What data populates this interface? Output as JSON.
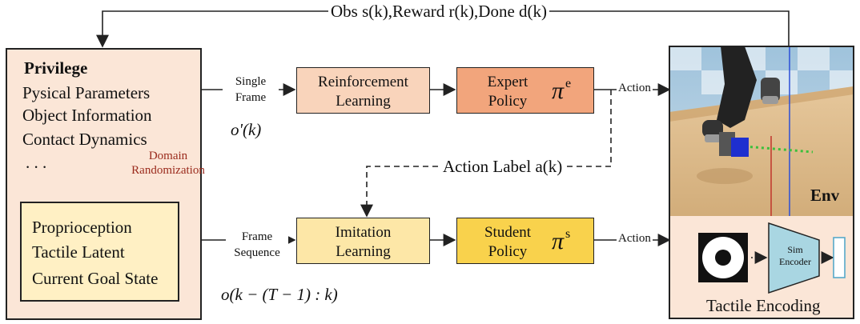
{
  "top_feedback_label": "Obs s(k),Reward r(k),Done d(k)",
  "privilege_box": {
    "title": "Privilege",
    "items": [
      "Pysical Parameters",
      "Object Information",
      "Contact Dynamics",
      ". . ."
    ],
    "domain_randomization": [
      "Domain",
      "Randomization"
    ]
  },
  "student_inputs_box": {
    "items": [
      "Proprioception",
      "Tactile Latent",
      "Current Goal State"
    ]
  },
  "upper_path": {
    "input_label": [
      "Single",
      "Frame"
    ],
    "obs_formula": "o'(k)",
    "rl_block": [
      "Reinforcement",
      "Learning"
    ],
    "expert_block": [
      "Expert",
      "Policy"
    ],
    "expert_symbol": "π",
    "expert_sup": "e",
    "action_label": "Action"
  },
  "action_label_link": "Action Label a(k)",
  "lower_path": {
    "input_label": [
      "Frame",
      "Sequence"
    ],
    "obs_formula": "o(k − (T − 1) : k)",
    "il_block": [
      "Imitation",
      "Learning"
    ],
    "student_block": [
      "Student",
      "Policy"
    ],
    "student_symbol": "π",
    "student_sup": "s",
    "action_label": "Action"
  },
  "env_panel": {
    "env_label": "Env",
    "encoder_label": [
      "Sim",
      "Encoder"
    ],
    "tactile_label": "Tactile Encoding"
  },
  "colors": {
    "privilege_fill": "#fbe6d7",
    "student_inputs_fill": "#fff0c4",
    "rl_fill": "#f9d4bb",
    "expert_fill": "#f2a57c",
    "il_fill": "#fde7a7",
    "student_fill": "#f9d24c",
    "encoder_fill": "#a9d6e2",
    "tactile_bg": "#fbe6d7"
  }
}
